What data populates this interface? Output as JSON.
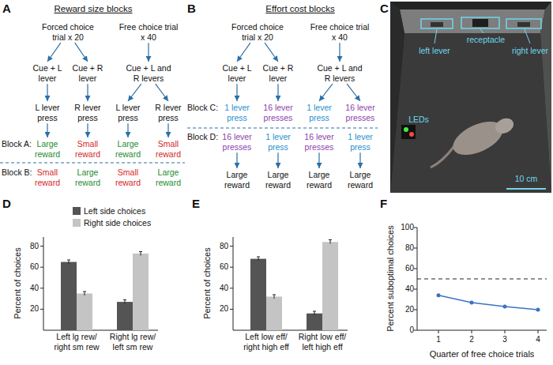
{
  "diagram": {
    "nodes": [
      {
        "text": [
          "Forced choice trial x 20"
        ]
      },
      {
        "text": [
          "Free choice trial x 40"
        ]
      },
      {
        "text": [
          "Cue + L lever"
        ]
      },
      {
        "text": [
          "Cue + R lever"
        ]
      },
      {
        "text": [
          "Cue + L and R levers"
        ]
      },
      {
        "text": [
          "L lever press"
        ]
      },
      {
        "text": [
          "R lever press"
        ]
      },
      {
        "text": [
          "L lever press"
        ]
      },
      {
        "text": [
          "R lever press"
        ]
      },
      {
        "text": [
          "Large reward"
        ]
      },
      {
        "text": [
          "Small reward"
        ]
      },
      {
        "text": [
          "Large reward"
        ]
      },
      {
        "text": [
          "Small reward"
        ]
      },
      {
        "text": [
          "Small reward"
        ]
      },
      {
        "text": [
          "Large reward"
        ]
      },
      {
        "text": [
          "Small reward"
        ]
      },
      {
        "text": [
          "Large reward"
        ]
      },
      {
        "text": [
          "Forced choice trial x 20"
        ]
      },
      {
        "text": [
          "Free choice trial x 40"
        ]
      },
      {
        "text": [
          "Cue + L lever"
        ]
      },
      {
        "text": [
          "Cue + R lever"
        ]
      },
      {
        "text": [
          "Cue + L and R levers"
        ]
      },
      {
        "text": [
          "1 lever press"
        ]
      },
      {
        "text": [
          "16 lever presses"
        ]
      },
      {
        "text": [
          "1 lever press"
        ]
      },
      {
        "text": [
          "16 lever presses"
        ]
      },
      {
        "text": [
          "16 lever presses"
        ]
      },
      {
        "text": [
          "1 lever press"
        ]
      },
      {
        "text": [
          "16 lever presses"
        ]
      },
      {
        "text": [
          "1 lever press"
        ]
      },
      {
        "text": [
          "Large reward"
        ]
      },
      {
        "text": [
          "Large reward"
        ]
      },
      {
        "text": [
          "Large reward"
        ]
      },
      {
        "text": [
          "Large reward"
        ]
      }
    ],
    "edges": [
      {
        "from": 0,
        "to": 2,
        "arrow": "to"
      },
      {
        "from": 0,
        "to": 3,
        "arrow": "to"
      },
      {
        "from": 1,
        "to": 4,
        "arrow": "to"
      },
      {
        "from": 2,
        "to": 5,
        "arrow": "to"
      },
      {
        "from": 3,
        "to": 6,
        "arrow": "to"
      },
      {
        "from": 4,
        "to": 7,
        "arrow": "to"
      },
      {
        "from": 4,
        "to": 8,
        "arrow": "to"
      },
      {
        "from": 5,
        "to": 9,
        "arrow": "to"
      },
      {
        "from": 6,
        "to": 10,
        "arrow": "to"
      },
      {
        "from": 7,
        "to": 11,
        "arrow": "to"
      },
      {
        "from": 8,
        "to": 12,
        "arrow": "to"
      },
      {
        "from": 17,
        "to": 19,
        "arrow": "to"
      },
      {
        "from": 17,
        "to": 20,
        "arrow": "to"
      },
      {
        "from": 18,
        "to": 21,
        "arrow": "to"
      },
      {
        "from": 19,
        "to": 22,
        "arrow": "to"
      },
      {
        "from": 20,
        "to": 23,
        "arrow": "to"
      },
      {
        "from": 21,
        "to": 24,
        "arrow": "to"
      },
      {
        "from": 21,
        "to": 25,
        "arrow": "to"
      },
      {
        "from": 26,
        "to": 30,
        "arrow": "to"
      },
      {
        "from": 27,
        "to": 31,
        "arrow": "to"
      },
      {
        "from": 28,
        "to": 32,
        "arrow": "to"
      },
      {
        "from": 29,
        "to": 33,
        "arrow": "to"
      }
    ],
    "labels": [
      "A",
      "Reward size blocks",
      "Block A:",
      "Block B:",
      "B",
      "Effort cost blocks",
      "Block C:",
      "Block D:",
      "C",
      "left lever",
      "receptacle",
      "right lever",
      "LEDs",
      "10 cm",
      "D",
      "Percent of choices",
      "20",
      "40",
      "60",
      "80",
      "Left lg rew/ right sm rew",
      "Right lg rew/ left sm rew",
      "E",
      "Percent of choices",
      "20",
      "40",
      "60",
      "80",
      "Left low eff/ right high eff",
      "Right low eff/ left high eff",
      "F",
      "Percent suboptimal choices",
      "0",
      "20",
      "40",
      "60",
      "80",
      "100",
      "1",
      "2",
      "3",
      "4",
      "Quarter of free choice trials"
    ],
    "legend": [
      {
        "text": "Left side choices",
        "color": "#545454"
      },
      {
        "text": "Right side choices",
        "color": "#c4c4c4"
      }
    ]
  }
}
